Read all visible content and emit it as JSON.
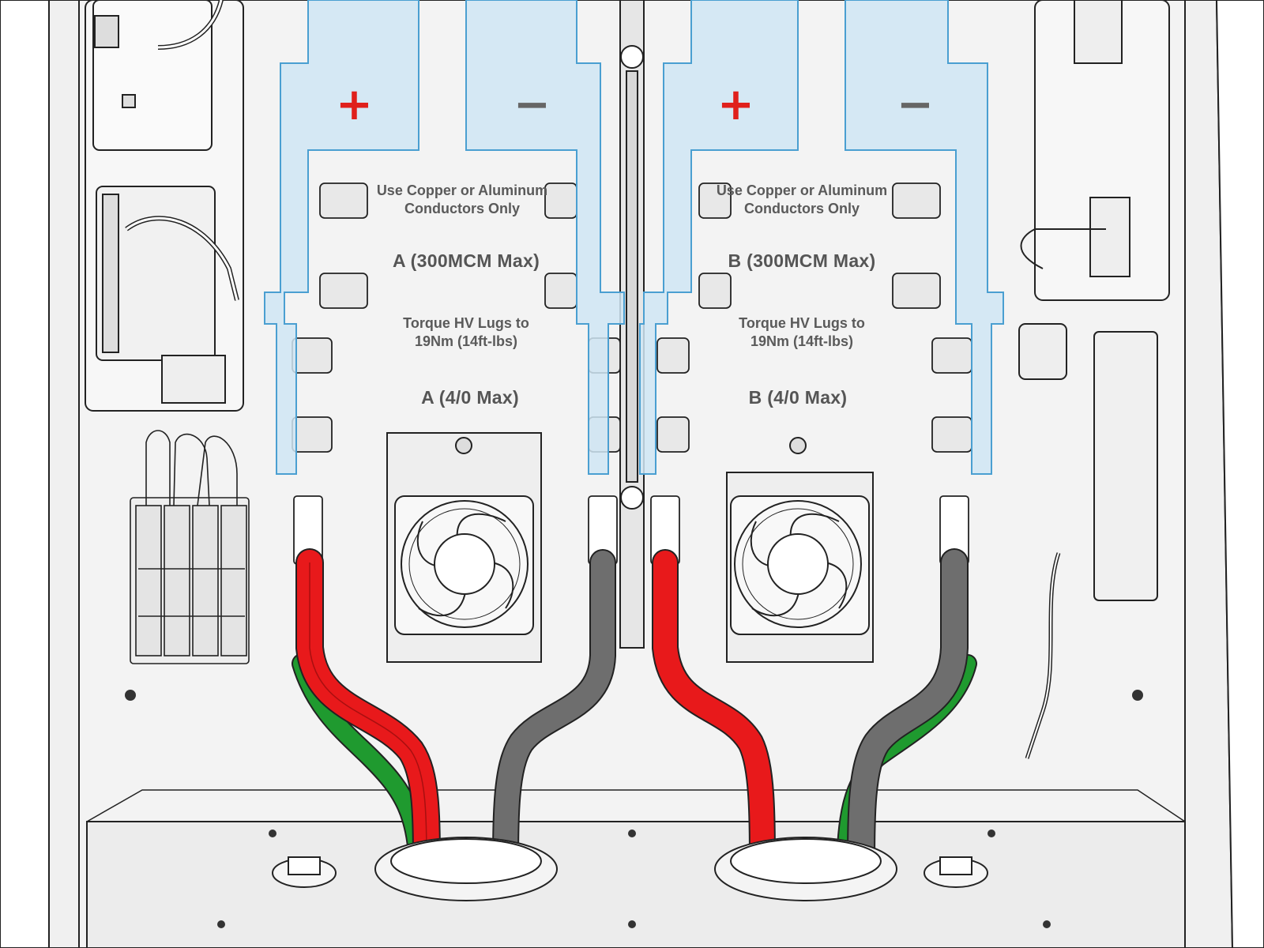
{
  "labels": {
    "busbar_a": {
      "conductor_note_line1": "Use Copper or Aluminum",
      "conductor_note_line2": "Conductors Only",
      "hv_rating": "A (300MCM Max)",
      "torque_line1": "Torque HV Lugs to",
      "torque_line2": "19Nm (14ft-lbs)",
      "lv_rating": "A (4/0 Max)",
      "positive_sign": "+",
      "negative_sign": "−"
    },
    "busbar_b": {
      "conductor_note_line1": "Use Copper or Aluminum",
      "conductor_note_line2": "Conductors Only",
      "hv_rating": "B (300MCM Max)",
      "torque_line1": "Torque HV Lugs to",
      "torque_line2": "19Nm (14ft-lbs)",
      "lv_rating": "B (4/0 Max)",
      "positive_sign": "+",
      "negative_sign": "−"
    }
  },
  "colors": {
    "busbar_highlight": "#cfe5f3",
    "busbar_outline": "#4a9fd1",
    "positive": "#e0201c",
    "negative": "#666666",
    "positive_cable": "#e8191b",
    "negative_cable": "#6e6e6e",
    "ground_cable": "#1f9a2f",
    "line_art": "#222222",
    "panel_fill": "#f3f3f3"
  }
}
